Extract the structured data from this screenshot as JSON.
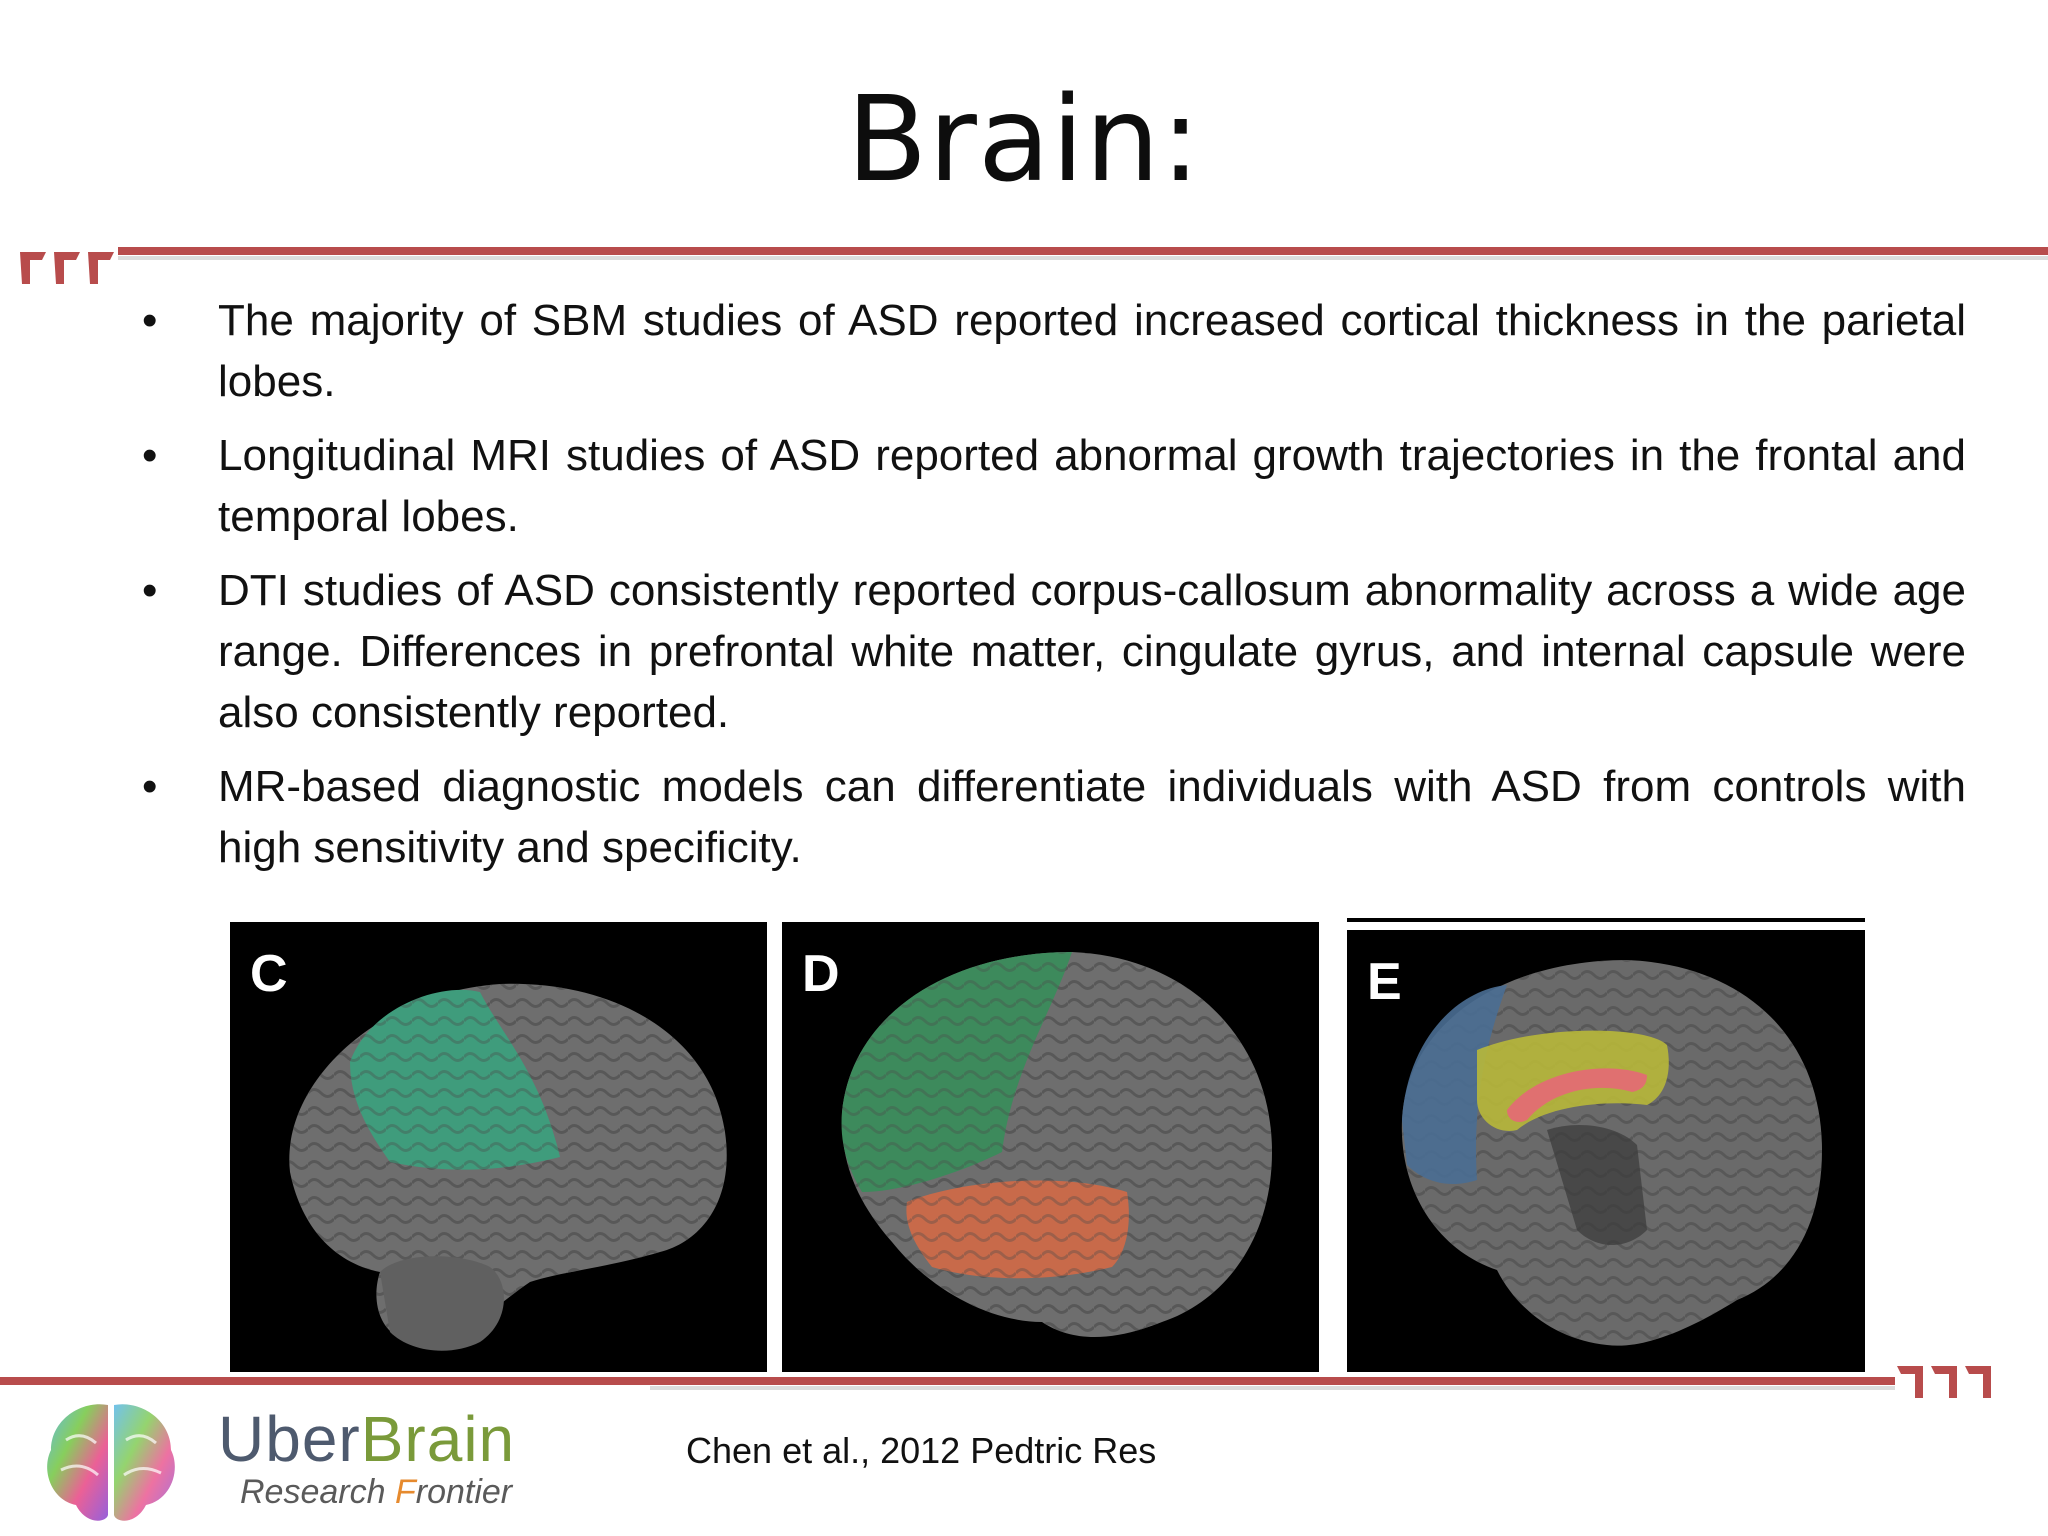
{
  "slide": {
    "title": "Brain:",
    "bullets": [
      "The majority of SBM studies of ASD reported increased cortical thickness in the parietal lobes.",
      "Longitudinal MRI studies of ASD reported abnormal growth trajectories in the frontal and temporal lobes.",
      "DTI studies of ASD consistently reported corpus-callosum abnormality across a wide age range. Differences in prefrontal white matter, cingulate gyrus, and internal capsule were also consistently reported.",
      "MR-based diagnostic models can differentiate individuals with ASD from controls with high sensitivity and specificity."
    ],
    "bullet_glyph": "•",
    "panels": [
      {
        "label": "C",
        "highlight": "parietal lobe",
        "color": "#3f9c7c"
      },
      {
        "label": "D",
        "highlight": "frontal and temporal lobes",
        "colors": [
          "#3d8a5c",
          "#c86a4a"
        ]
      },
      {
        "label": "E",
        "highlight": "corpus callosum, cingulate, prefrontal",
        "colors": [
          "#e07070",
          "#b8b83a",
          "#4a6e94"
        ]
      }
    ],
    "citation": "Chen et al., 2012 Pedtric Res",
    "accent_color": "#b84c4c"
  },
  "brand": {
    "name_part1": "Uber",
    "name_part2": "Brain",
    "sub_part1": "Research ",
    "sub_part2": "F",
    "sub_part3": "rontier"
  }
}
